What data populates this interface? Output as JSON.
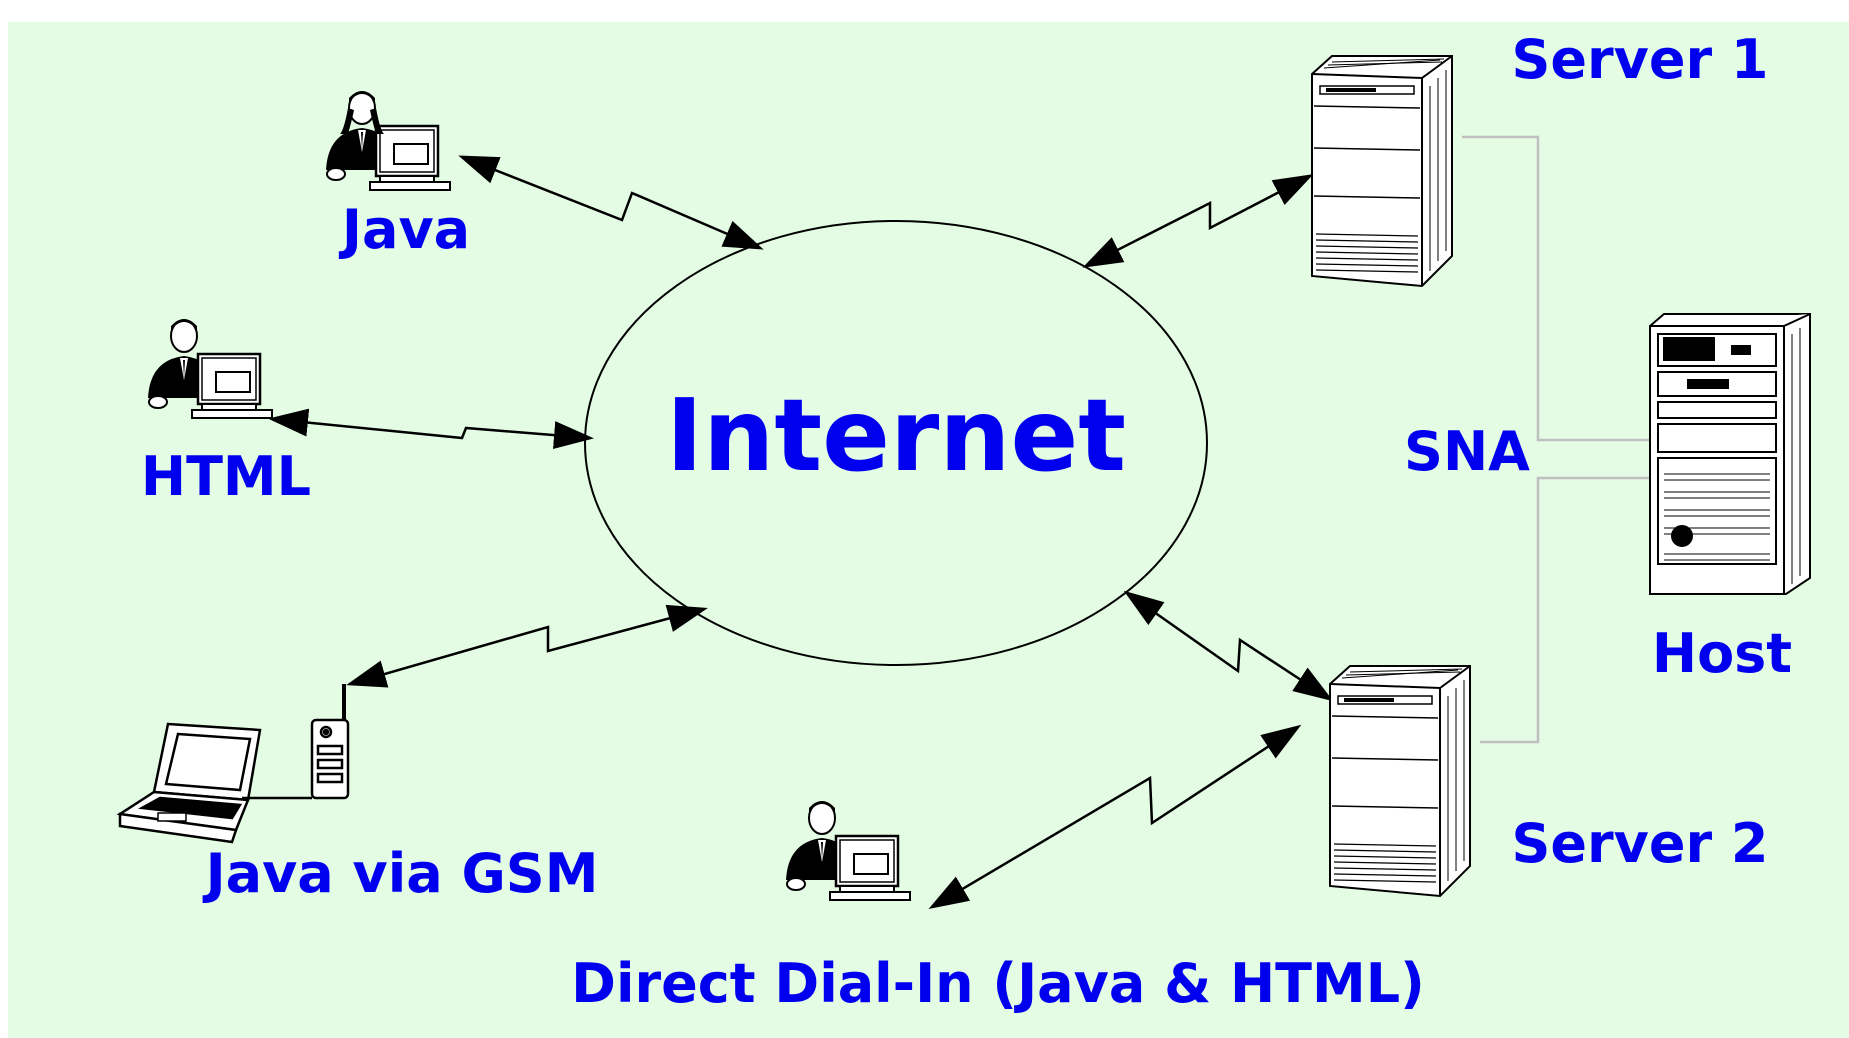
{
  "colors": {
    "background": "#e3fce3",
    "label": "#0000ee",
    "line": "#000000",
    "sna_line": "#c0c0c0"
  },
  "center": {
    "label": "Internet"
  },
  "clients": {
    "java": {
      "label": "Java",
      "icon": "woman-at-computer-icon"
    },
    "html": {
      "label": "HTML",
      "icon": "man-at-computer-icon"
    },
    "gsm": {
      "label": "Java via GSM",
      "icon": "laptop-with-gsm-phone-icon"
    },
    "dialin": {
      "label": "Direct Dial-In (Java & HTML)",
      "icon": "man-at-computer-icon"
    }
  },
  "servers": {
    "server1": {
      "label": "Server 1",
      "icon": "tower-server-icon"
    },
    "server2": {
      "label": "Server 2",
      "icon": "tower-server-icon"
    },
    "host": {
      "label": "Host",
      "icon": "mainframe-host-icon"
    }
  },
  "sna": {
    "label": "SNA"
  }
}
